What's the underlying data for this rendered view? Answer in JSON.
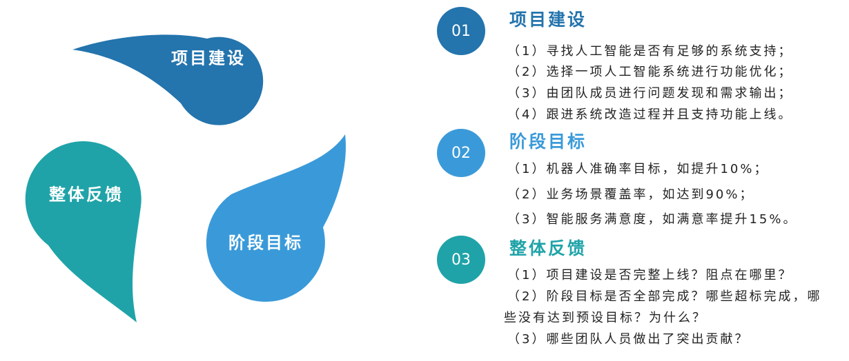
{
  "colors": {
    "dark_blue": "#2474ad",
    "light_blue": "#3a9ad9",
    "teal": "#1fa3a8",
    "text": "#222222"
  },
  "drops": {
    "project": "项目建设",
    "feedback": "整体反馈",
    "goals": "阶段目标"
  },
  "sections": [
    {
      "number": "01",
      "title": "项目建设",
      "items": [
        "（1）寻找人工智能是否有足够的系统支持；",
        "（2）选择一项人工智能系统进行功能优化；",
        "（3）由团队成员进行问题发现和需求输出；",
        "（4）跟进系统改造过程并且支持功能上线。"
      ]
    },
    {
      "number": "02",
      "title": "阶段目标",
      "items": [
        "（1）机器人准确率目标，如提升10%；",
        "（2）业务场景覆盖率，如达到90%；",
        "（3）智能服务满意度，如满意率提升15%。"
      ]
    },
    {
      "number": "03",
      "title": "整体反馈",
      "items": [
        "（1）项目建设是否完整上线？阻点在哪里？",
        "（2）阶段目标是否全部完成？哪些超标完成，哪",
        "些没有达到预设目标？为什么？",
        "（3）哪些团队人员做出了突出贡献？"
      ]
    }
  ]
}
